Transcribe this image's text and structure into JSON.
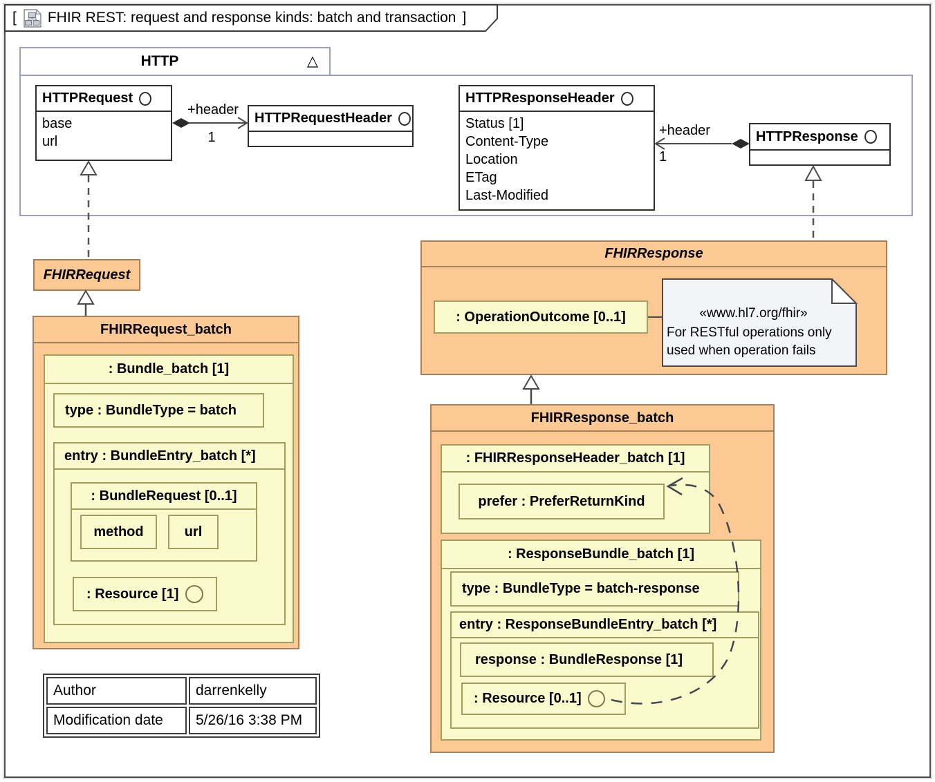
{
  "title_tab": {
    "bracket_open": "[",
    "text": "FHIR REST: request and response kinds: batch and transaction",
    "bracket_close": "]"
  },
  "http_frame": {
    "title": "HTTP",
    "collapse_icon": "△",
    "request": {
      "name": "HTTPRequest",
      "attrs": [
        "base",
        "url"
      ]
    },
    "request_header": {
      "name": "HTTPRequestHeader"
    },
    "request_assoc": {
      "role": "+header",
      "multiplicity": "1"
    },
    "response_header": {
      "name": "HTTPResponseHeader",
      "attrs": [
        "Status [1]",
        "Content-Type",
        "Location",
        "ETag",
        "Last-Modified"
      ]
    },
    "response": {
      "name": "HTTPResponse"
    },
    "response_assoc": {
      "role": "+header",
      "multiplicity": "1"
    }
  },
  "fhir_request": {
    "name": "FHIRRequest"
  },
  "fhir_request_batch": {
    "name": "FHIRRequest_batch",
    "bundle_label": ": Bundle_batch [1]",
    "type_label": "type : BundleType = batch",
    "entry_label": "entry : BundleEntry_batch [*]",
    "bundle_request_label": ": BundleRequest [0..1]",
    "method_label": "method",
    "url_label": "url",
    "resource_label": ": Resource [1]"
  },
  "fhir_response": {
    "name": "FHIRResponse",
    "operation_outcome_label": ": OperationOutcome [0..1]",
    "note": {
      "stereotype": "«www.hl7.org/fhir»",
      "body": "For RESTful operations only used when operation fails"
    }
  },
  "fhir_response_batch": {
    "name": "FHIRResponse_batch",
    "header_label": ": FHIRResponseHeader_batch [1]",
    "prefer_label": "prefer : PreferReturnKind",
    "bundle_label": ": ResponseBundle_batch [1]",
    "type_label": "type : BundleType = batch-response",
    "entry_label": "entry : ResponseBundleEntry_batch [*]",
    "response_label": "response : BundleResponse [1]",
    "resource_label": ": Resource [0..1]"
  },
  "info_table": {
    "rows": [
      [
        "Author",
        "darrenkelly"
      ],
      [
        "Modification date",
        "5/26/16 3:38 PM"
      ]
    ]
  },
  "colors": {
    "orange": "#FCC894",
    "orange_border": "#A6805A",
    "yellow": "#FBFACC",
    "yellow_border": "#A19E62",
    "frame_border": "#9AA0C3",
    "note_fill": "#F2F4F7"
  }
}
